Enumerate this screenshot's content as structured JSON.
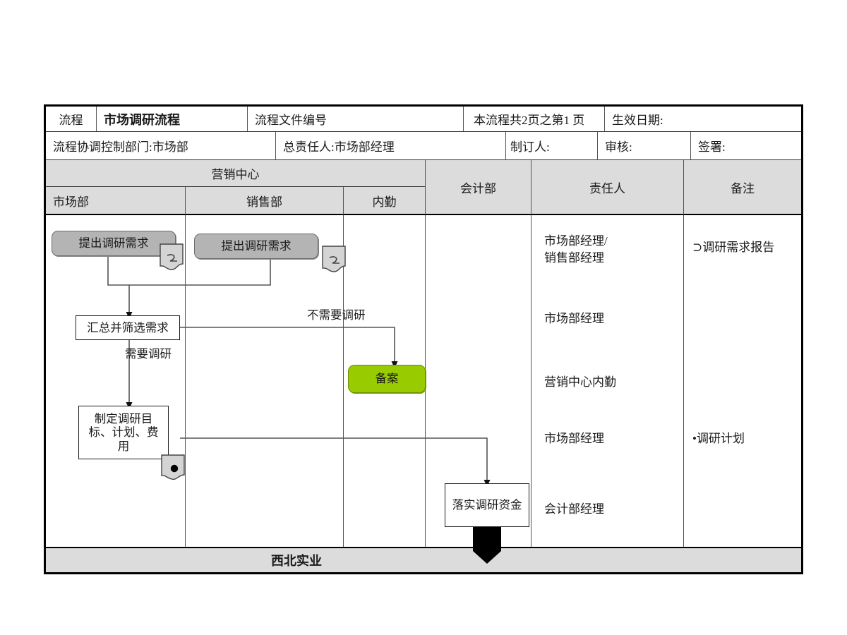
{
  "header": {
    "row1": [
      {
        "label": "流程"
      },
      {
        "label": "市场调研流程"
      },
      {
        "label": "流程文件编号"
      },
      {
        "label": "本流程共2页之第1 页"
      },
      {
        "label": "生效日期:"
      }
    ],
    "row2": [
      {
        "label": "流程协调控制部门:市场部"
      },
      {
        "label": "总责任人:市场部经理"
      },
      {
        "label": "制订人:"
      },
      {
        "label": "审核:"
      },
      {
        "label": "签署:"
      }
    ]
  },
  "columns": {
    "group_marketing_center": "营销中心",
    "sub": [
      "市场部",
      "销售部",
      "内勤"
    ],
    "accounting": "会计部",
    "responsible": "责任人",
    "remarks": "备注"
  },
  "nodes": {
    "propose_market": "提出调研需求",
    "propose_sales": "提出调研需求",
    "collect_filter": "汇总并筛选需求",
    "plan": "制定调研目标、计划、费用",
    "file_record": "备案",
    "fund": "落实调研资金"
  },
  "edge_labels": {
    "no_research": "不需要调研",
    "need_research": "需要调研"
  },
  "responsible_persons": [
    "市场部经理/\n销售部经理",
    "市场部经理",
    "营销中心内勤",
    "市场部经理",
    "会计部经理"
  ],
  "responsible_rows": {
    "r1_line1": "市场部经理/",
    "r1_line2": "销售部经理",
    "r2": "市场部经理",
    "r3": "营销中心内勤",
    "r4": "市场部经理",
    "r5": "会计部经理"
  },
  "remarks": {
    "r1": "⊃调研需求报告",
    "r2": "•调研计划"
  },
  "footer": {
    "company": "西北实业"
  },
  "colors": {
    "header_fill": "#dcdcdc",
    "node_gray": "#b4b4b4",
    "node_green": "#99cc00",
    "line": "#555555",
    "border": "#000000"
  }
}
